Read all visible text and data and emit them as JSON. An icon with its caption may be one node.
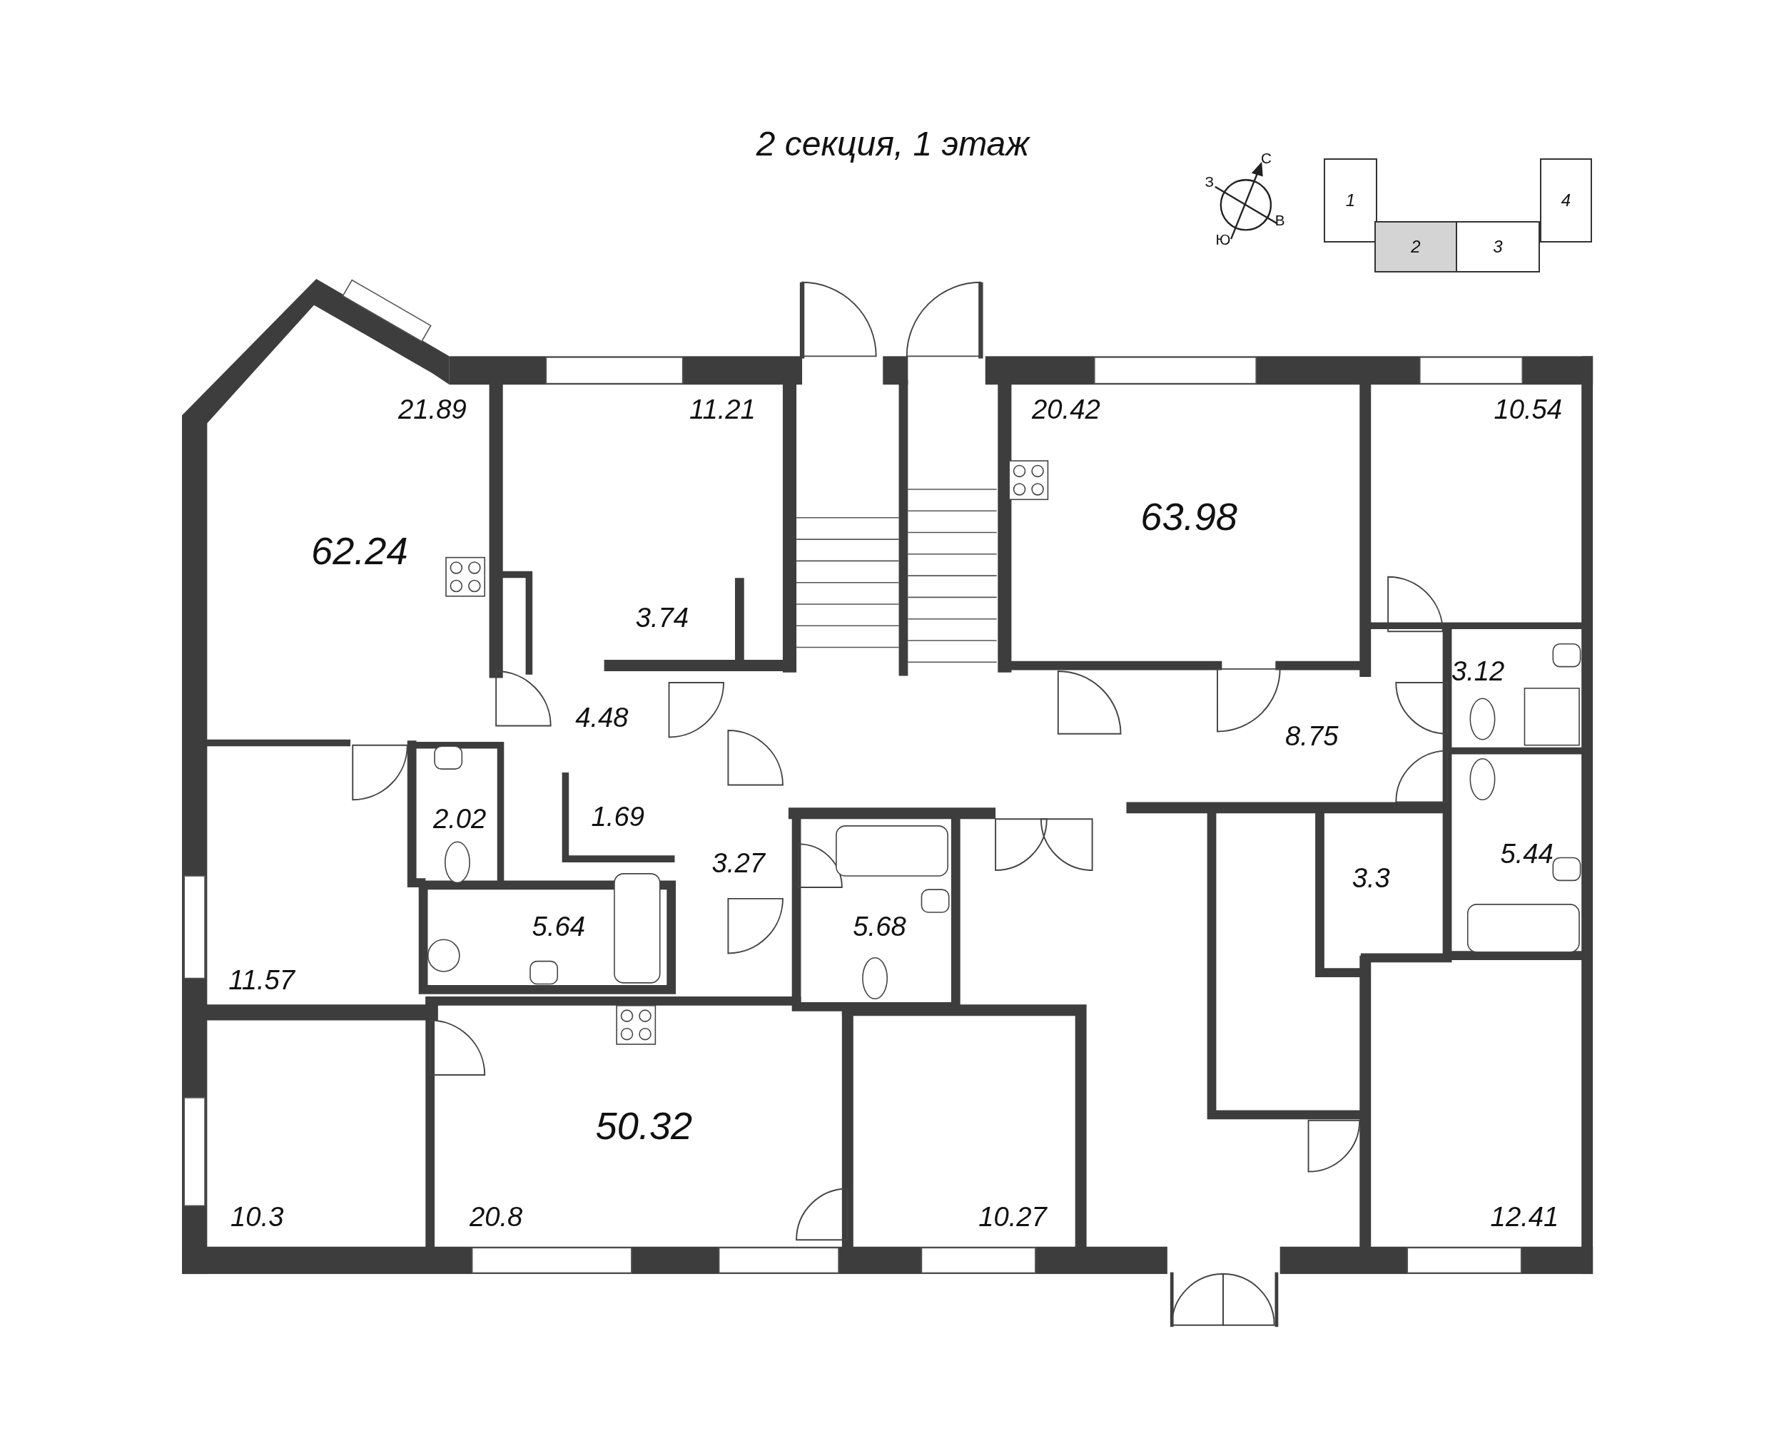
{
  "diagram": {
    "title": "2 секция, 1 этаж",
    "nodes": [
      {
        "text": [
          "1"
        ]
      },
      {
        "text": [
          "2"
        ]
      },
      {
        "text": [
          "3"
        ]
      },
      {
        "text": [
          "4"
        ]
      }
    ],
    "labels": [
      "С",
      "З",
      "В",
      "Ю",
      "21.89",
      "11.21",
      "20.42",
      "10.54",
      "63.98",
      "62.24",
      "3.74",
      "3.12",
      "4.48",
      "8.75",
      "2.02",
      "1.69",
      "5.44",
      "3.27",
      "3.3",
      "5.64",
      "5.68",
      "11.57",
      "50.32",
      "10.3",
      "20.8",
      "10.27",
      "12.41"
    ]
  }
}
